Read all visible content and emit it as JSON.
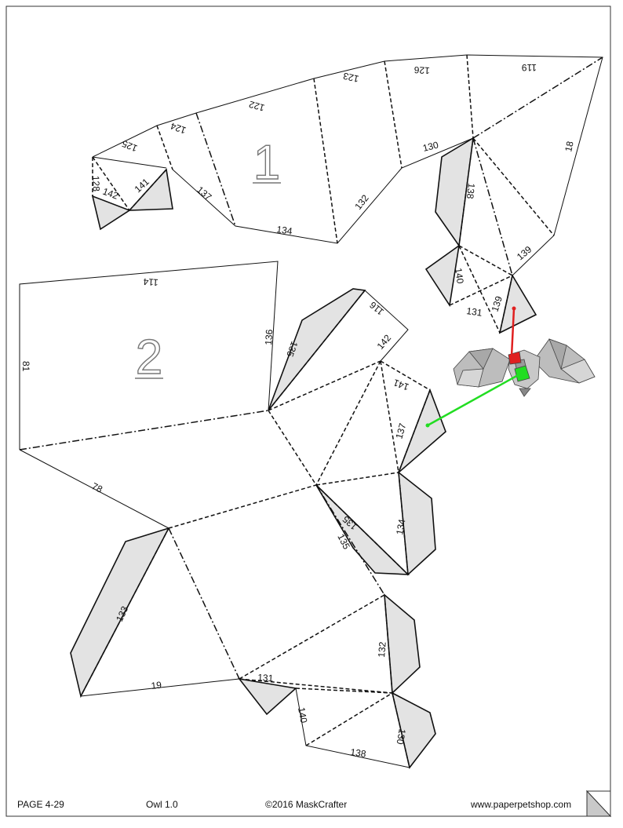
{
  "footer": {
    "page": "PAGE 4-29",
    "model": "Owl 1.0",
    "copyright": "©2016 MaskCrafter",
    "website": "www.paperpetshop.com"
  },
  "pieces": [
    {
      "name": "piece-1",
      "number": "1"
    },
    {
      "name": "piece-2",
      "number": "2"
    }
  ],
  "edge_labels": {
    "p1": [
      "119",
      "126",
      "123",
      "122",
      "124",
      "125",
      "128",
      "142",
      "141",
      "137",
      "134",
      "132",
      "130",
      "18",
      "138",
      "139",
      "140",
      "139",
      "131"
    ],
    "p2": [
      "114",
      "81",
      "136",
      "135",
      "116",
      "142",
      "141",
      "137",
      "78",
      "135",
      "134",
      "135",
      "133",
      "132",
      "19",
      "131",
      "140",
      "138",
      "130"
    ]
  },
  "colors": {
    "line": "#111111",
    "tab_fill": "#e3e3e3",
    "pointer_red": "#e02020",
    "pointer_green": "#22dd22"
  }
}
